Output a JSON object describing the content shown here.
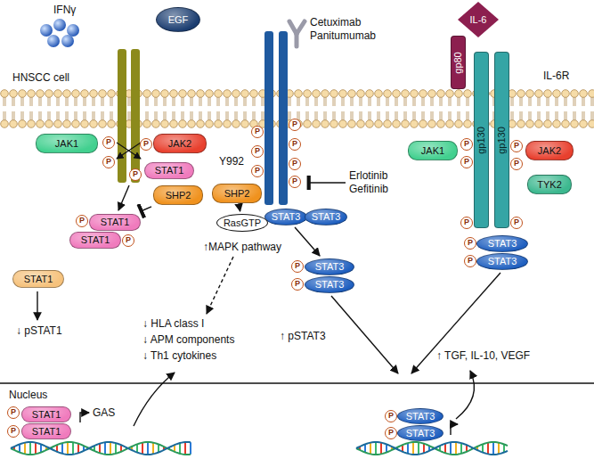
{
  "diagram": {
    "nodes": [
      {
        "text": [
          "EGF"
        ]
      },
      {
        "text": [
          "IL-6"
        ]
      },
      {
        "text": [
          "gp80"
        ]
      },
      {
        "text": [
          "JAK1"
        ]
      },
      {
        "text": [
          "JAK2"
        ]
      },
      {
        "text": [
          "gp130"
        ]
      },
      {
        "text": [
          "gp130"
        ]
      },
      {
        "text": [
          "JAK1"
        ]
      },
      {
        "text": [
          "JAK2"
        ]
      },
      {
        "text": [
          "STAT1"
        ]
      },
      {
        "text": [
          "SHP2"
        ]
      },
      {
        "text": [
          "SHP2"
        ]
      },
      {
        "text": [
          "TYK2"
        ]
      },
      {
        "text": [
          "STAT3"
        ]
      },
      {
        "text": [
          "STAT3"
        ]
      },
      {
        "text": [
          "STAT1"
        ]
      },
      {
        "text": [
          "STAT1"
        ]
      },
      {
        "text": [
          "RasGTP"
        ]
      },
      {
        "text": [
          "STAT3"
        ]
      },
      {
        "text": [
          "STAT3"
        ]
      },
      {
        "text": [
          "STAT1"
        ]
      },
      {
        "text": [
          "STAT3"
        ]
      },
      {
        "text": [
          "STAT3"
        ]
      },
      {
        "text": [
          "STAT1"
        ]
      },
      {
        "text": [
          "STAT1"
        ]
      },
      {
        "text": [
          "STAT3"
        ]
      },
      {
        "text": [
          "STAT3"
        ]
      }
    ],
    "edges": [
      {
        "from": 10,
        "to": 15,
        "arrow": "to"
      },
      {
        "from": 11,
        "to": 17,
        "arrow": "to"
      },
      {
        "from": 13,
        "to": 21,
        "arrow": "to"
      }
    ],
    "labels": [
      "HNSCC cell",
      "IFNγ",
      "Cetuximab Panitumumab",
      "Y992",
      "↑MAPK pathway",
      "Erlotinib Gefitinib",
      "IL-6R",
      "↓ pSTAT1",
      "↓ HLA class I",
      "↓ APM components",
      "↓ Th1 cytokines",
      "↑ pSTAT3",
      "↑ TGF, IL-10, VEGF",
      "Nucleus",
      "GAS",
      "P",
      "P",
      "P",
      "P",
      "P",
      "P",
      "P",
      "P",
      "P",
      "P",
      "P",
      "P",
      "P",
      "P",
      "P",
      "P",
      "P",
      "P",
      "P",
      "P",
      "P",
      "P",
      "P",
      "P",
      "P",
      "P",
      "P"
    ]
  }
}
